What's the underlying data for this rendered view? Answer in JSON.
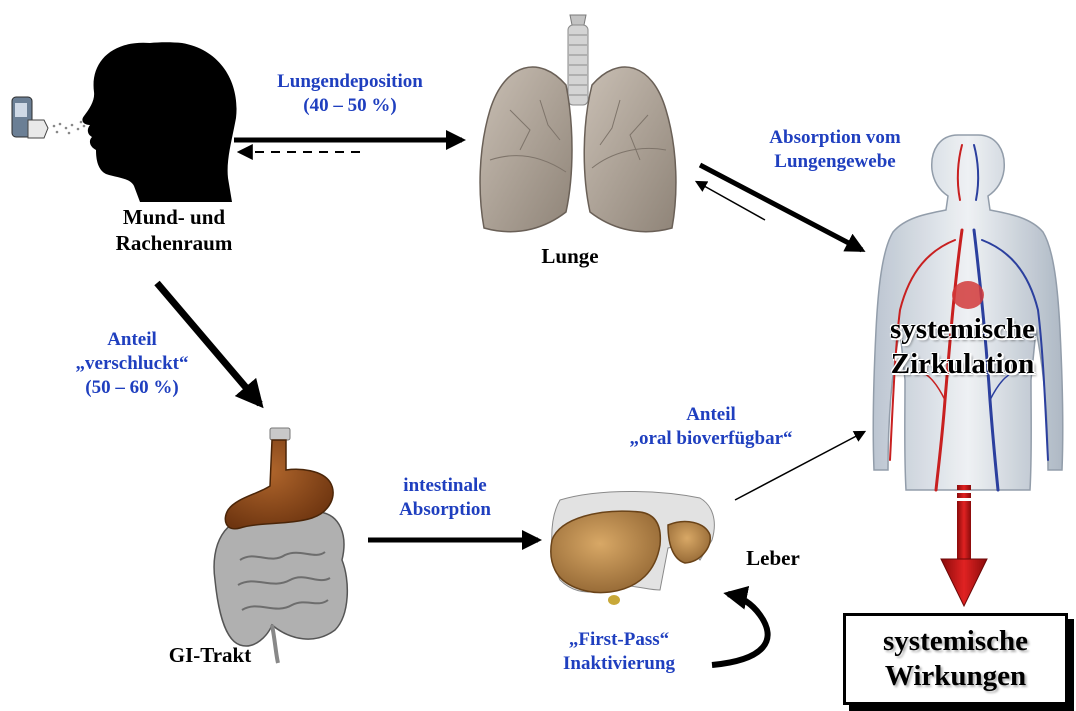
{
  "nodes": {
    "mouth": {
      "line1": "Mund- und",
      "line2": "Rachenraum"
    },
    "lungs": {
      "label": "Lunge"
    },
    "body": {
      "line1": "systemische",
      "line2": "Zirkulation"
    },
    "gi": {
      "label": "GI-Trakt"
    },
    "liver": {
      "label": "Leber"
    },
    "effects": {
      "line1": "systemische",
      "line2": "Wirkungen"
    }
  },
  "edges": {
    "lung_deposition": {
      "line1": "Lungendeposition",
      "line2": "(40 – 50 %)"
    },
    "lung_absorption": {
      "line1": "Absorption vom",
      "line2": "Lungengewebe"
    },
    "swallowed": {
      "line1": "Anteil",
      "line2": "„verschluckt“",
      "line3": "(50 – 60 %)"
    },
    "intestinal": {
      "line1": "intestinale",
      "line2": "Absorption"
    },
    "oral_bio": {
      "line1": "Anteil",
      "line2": "„oral bioverfügbar“"
    },
    "first_pass": {
      "line1": "„First-Pass“",
      "line2": "Inaktivierung"
    }
  },
  "colors": {
    "edge_label": "#1f3fbf",
    "node_label": "#000000",
    "effect_arrow": "#cc1111",
    "silhouette": "#000000",
    "lung_tissue": "#a89d92",
    "stomach": "#8a4a1c",
    "intestine": "#8c8c8c",
    "liver": "#b9894a",
    "vessel_red": "#c82020",
    "vessel_blue": "#2b3f9e"
  }
}
